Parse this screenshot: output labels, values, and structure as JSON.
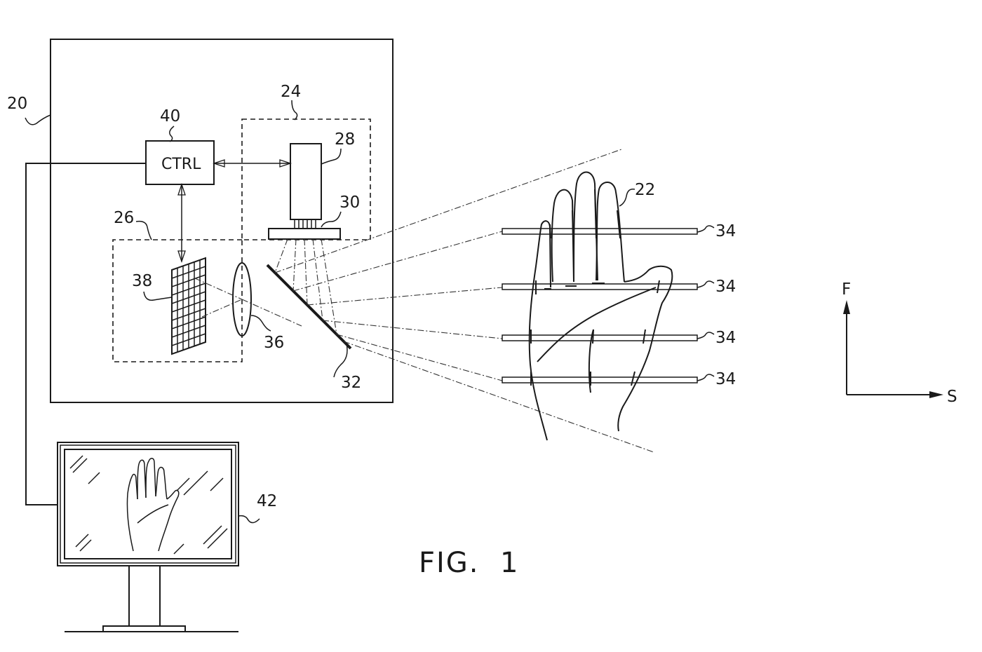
{
  "figure_title": "FIG.  1",
  "controller_label": "CTRL",
  "reference_numerals": {
    "system": "20",
    "hand": "22",
    "projection_assembly": "24",
    "imaging_assembly": "26",
    "light_source": "28",
    "optic": "30",
    "mirror": "32",
    "planes": "34",
    "lens": "36",
    "sensor": "38",
    "controller": "40",
    "display": "42"
  },
  "axes": {
    "vertical": "F",
    "horizontal": "S"
  }
}
